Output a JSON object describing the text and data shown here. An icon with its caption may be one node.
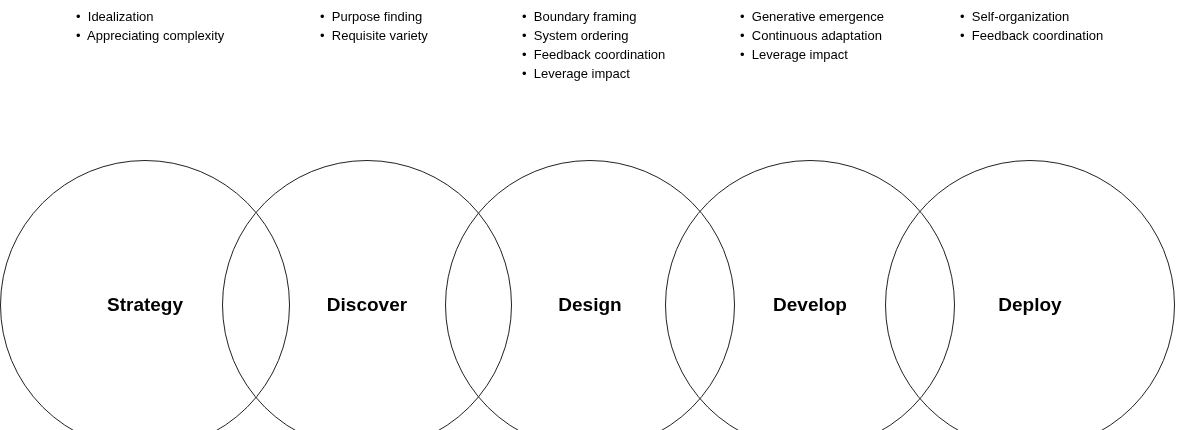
{
  "diagram": {
    "nodes": [
      {
        "text": [
          "Strategy"
        ],
        "beside": [
          "•  Idealization",
          "•  Appreciating complexity"
        ]
      },
      {
        "text": [
          "Discover"
        ],
        "beside": [
          "•  Purpose finding",
          "•  Requisite variety"
        ]
      },
      {
        "text": [
          "Design"
        ],
        "beside": [
          "•  Boundary framing",
          "•  System ordering",
          "•  Feedback coordination",
          "•  Leverage impact"
        ]
      },
      {
        "text": [
          "Develop"
        ],
        "beside": [
          "•  Generative emergence",
          "•  Continuous adaptation",
          "•  Leverage impact"
        ]
      },
      {
        "text": [
          "Deploy"
        ],
        "beside": [
          "•  Self-organization",
          "•  Feedback coordination"
        ]
      }
    ]
  }
}
